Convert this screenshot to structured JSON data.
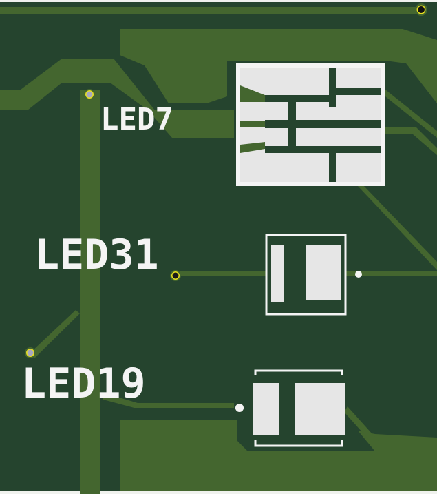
{
  "view": "pcb-layout",
  "colors": {
    "substrate": "#25442e",
    "copper": "#44662f",
    "pad": "#e6e6e6",
    "silkscreen": "#f4f4f4",
    "via_ring": "#e8e020",
    "via_hole": "#a8a8c0"
  },
  "components": [
    {
      "ref": "LED7"
    },
    {
      "ref": "LED31"
    },
    {
      "ref": "LED19"
    }
  ]
}
